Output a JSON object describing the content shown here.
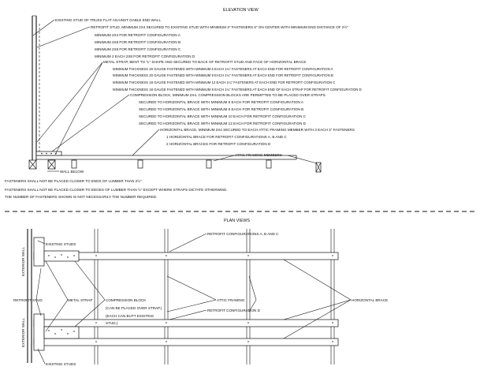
{
  "elevation": {
    "title": "ELEVATION VIEW",
    "callouts": {
      "existing_stud": "EXISTING STUD OF TRUSS FLAT AGAINST GABLE END WALL",
      "retrofit_stud": "RETROFIT STUD, MINIMUM 2X4 SECURED TO EXISTING STUD WITH MINIMUM 3\" FASTENERS 6\" ON CENTER WITH MINIMUM END DISTANCE OF 2½\"",
      "stud_a": "MINIMUM 2X4 FOR RETROFIT CONFIGURATION A",
      "stud_b": "MINIMUM 2X6 FOR RETROFIT CONFIGURATION B",
      "stud_c": "MINIMUM 2X8 FOR RETROFIT CONFIGURATION C",
      "stud_d": "MINIMUM 2 EACH 2X8 FOR RETROFIT CONFIGURATION D",
      "metal_strap": "METAL STRAP, BENT TO \"L\" SHAPE AND SECURED TO BACK OF RETROFIT STUD AND FACE OF HORIZONTAL BRACE",
      "strap_a": "MINIMUM THICKNESS 20 GAUGE FASTENED WITH MINIMUM 6 EACH 1¼\" FASTENERS AT EACH END FOR RETROFIT CONFIGURATION A",
      "strap_b": "MINIMUM THICKNESS 20 GAUGE FASTENED WITH MINIMUM 9 EACH 1¼\" FASTENERS AT EACH END FOR RETROFIT CONFIGURATION B",
      "strap_c": "MINIMUM THICKNESS 18 GAUGE FASTENED WITH MINIMUM 12 EACH 1¼\" FASTENERS AT EACH END FOR RETROFIT CONFIGURATION C",
      "strap_d": "MINIMUM THICKNESS 18 GAUGE FASTENED WITH MINIMUM 8 EACH 1¼\" FASTENERS AT EACH END OF EACH STRAP FOR RETROFIT CONFIGURATION D",
      "compression_block": "COMPRESSION BLOCK, MINIMUM 2X4. COMPRESSION BLOCKS ARE PERMITTED TO BE PLACED OVER STRAPS.",
      "block_a": "SECURED TO HORIZONTAL BRACE WITH MINIMUM 6 EACH FOR RETROFIT CONFIGURATION A",
      "block_b": "SECURED TO HORIZONTAL BRACE WITH MINIMUM 8 EACH FOR RETROFIT CONFIGURATION B",
      "block_c": "SECURED TO HORIZONTAL BRACE WITH MINIMUM 10 EACH FOR RETROFIT CONFIGURATION C",
      "block_d": "SECURED TO HORIZONTAL BRACE WITH MINIMUM 12 EACH FOR RETROFIT CONFIGURATION D",
      "horizontal_brace": "HORIZONTAL BRACE, MINIMUM 2X4 SECURED TO EACH ATTIC FRAMING MEMBER WITH 3 EACH 3\" FASTENERS",
      "brace_abc": "1 HORIZONTAL BRACE FOR RETROFIT CONFIGURATIONS A, B AND C",
      "brace_d": "2 HORIZONTAL BRACES FOR RETROFIT CONFIGURATION D",
      "attic_framing": "ATTIC FRAMING MEMBERS",
      "wall_below": "WALL BELOW"
    },
    "notes": [
      "FASTENERS SHALL NOT BE PLACED CLOSER TO ENDS OF LUMBER THAN 2½\".",
      "FASTENERS SHALL NOT BE PLACED CLOSER TO EDGES OF LUMBER THAN ½\" EXCEPT WHERE STRAPS DICTATE OTHERWISE.",
      "THE NUMBER OF FASTENERS SHOWN IS NOT NECESSARILY THE NUMBER REQUIRED."
    ]
  },
  "plan": {
    "title": "PLAN VIEWS",
    "config_abc": "RETROFIT CONFIGURATIONS A, B AND C",
    "config_d": "RETROFIT CONFIGURATION D",
    "existing_studs": "EXISTING STUDS",
    "existing_studs_bottom": "EXISTING STUDS",
    "exterior_wall": "EXTERIOR WALL",
    "retrofit_stud": "RETROFIT STUD",
    "metal_strap": "METAL STRAP",
    "compression_block": "COMPRESSION BLOCK",
    "compression_note1": "(CAN BE PLACED OVER STRAP.)",
    "compression_note2": "(EACH CAN BUTT EXISTING",
    "compression_note3": "STUD.)",
    "attic_framing": "ATTIC FRAMING",
    "horizontal_brace": "HORIZONTAL BRACE"
  }
}
